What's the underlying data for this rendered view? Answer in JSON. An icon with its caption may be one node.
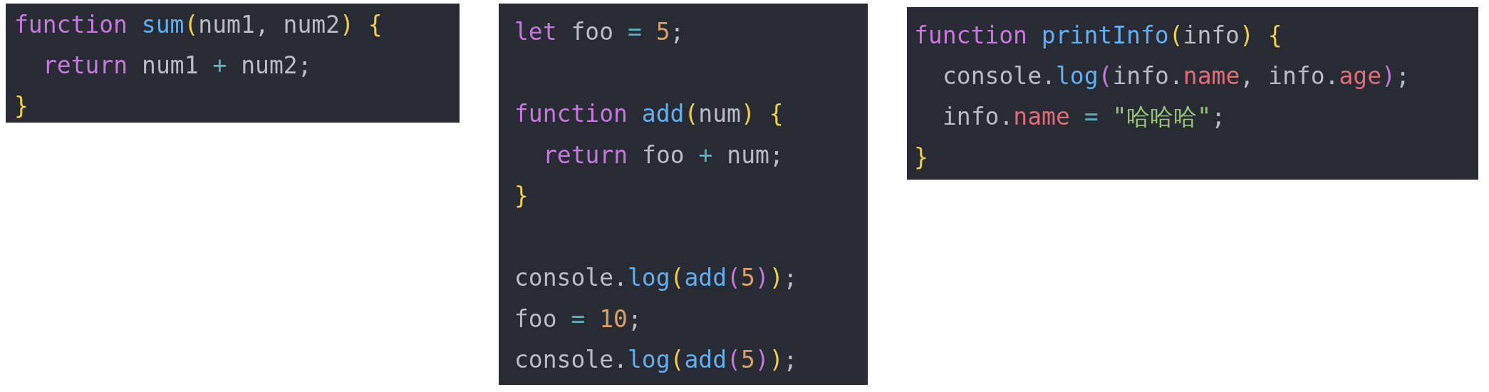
{
  "diagram": {
    "nodes": [
      {
        "text": [
          "function sum(num1, num2) {",
          "return num1 + num2;",
          "}"
        ]
      },
      {
        "text": [
          "let foo = 5;",
          "function add(num) {",
          "return foo + num;",
          "}",
          "console.log(add(5));",
          "foo = 10;",
          "console.log(add(5));"
        ]
      },
      {
        "text": [
          "function printInfo(info) {",
          "console.log(info.name, info.age);",
          "info.name = \"哈哈哈\";",
          "}"
        ]
      }
    ]
  }
}
